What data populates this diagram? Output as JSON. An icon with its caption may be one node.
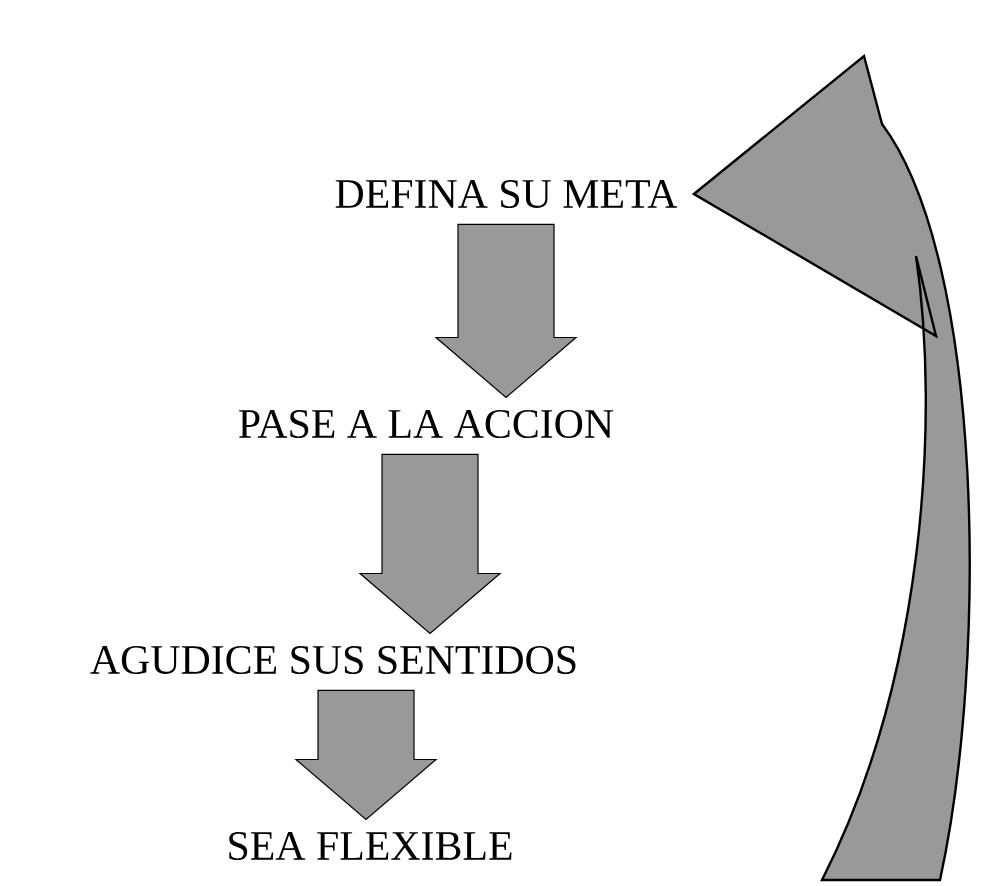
{
  "diagram": {
    "nodes": [
      {
        "text": [
          "DEFINA SU META"
        ]
      },
      {
        "text": [
          "PASE A LA ACCION"
        ]
      },
      {
        "text": [
          "AGUDICE SUS SENTIDOS"
        ]
      },
      {
        "text": [
          "SEA FLEXIBLE"
        ]
      }
    ],
    "edges": [
      {
        "from": 0,
        "to": 1,
        "arrow": "to"
      },
      {
        "from": 1,
        "to": 2,
        "arrow": "to"
      },
      {
        "from": 2,
        "to": 3,
        "arrow": "to"
      },
      {
        "from": 3,
        "to": 0,
        "arrow": "to",
        "style": "thick"
      }
    ]
  }
}
